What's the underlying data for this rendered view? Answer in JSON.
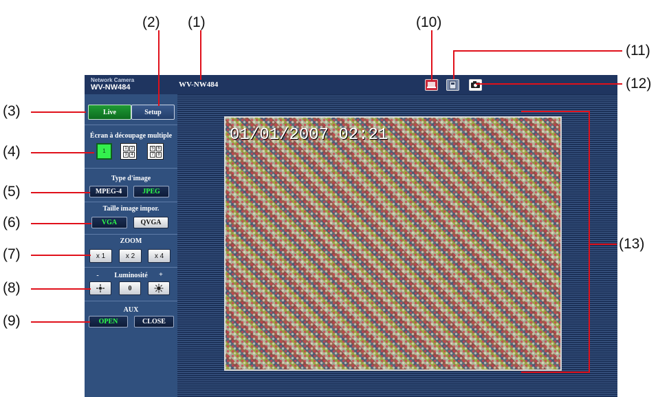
{
  "callouts": {
    "c1": "(1)",
    "c2": "(2)",
    "c3": "(3)",
    "c4": "(4)",
    "c5": "(5)",
    "c6": "(6)",
    "c7": "(7)",
    "c8": "(8)",
    "c9": "(9)",
    "c10": "(10)",
    "c11": "(11)",
    "c12": "(12)",
    "c13": "(13)"
  },
  "header": {
    "brand_small": "Network Camera",
    "brand_model": "WV-NW484",
    "title": "WV-NW484"
  },
  "icons": {
    "alarm": "alarm-bell-icon",
    "sd": "sd-card-icon",
    "snapshot": "camera-icon"
  },
  "sidebar": {
    "live": "Live",
    "setup": "Setup",
    "multiscreen_title": "Écran à découpage multiple",
    "single": "1",
    "quad": [
      "1",
      "2",
      "3",
      "4"
    ],
    "quad2": [
      "5",
      "6",
      "7",
      "8"
    ],
    "image_type_title": "Type d'image",
    "mpeg4": "MPEG-4",
    "jpeg": "JPEG",
    "capture_size_title": "Taille image impor.",
    "vga": "VGA",
    "qvga": "QVGA",
    "zoom_title": "ZOOM",
    "x1": "x 1",
    "x2": "x 2",
    "x4": "x 4",
    "bright_minus": "-",
    "brightness_title": "Luminosité",
    "bright_plus": "+",
    "bright_reset": "0",
    "aux_title": "AUX",
    "open": "OPEN",
    "close": "CLOSE"
  },
  "video": {
    "timestamp": "01/01/2007 02:21"
  },
  "colors": {
    "accent_green": "#2dff4a",
    "live_green": "#118a28",
    "callout_red": "#e0101a"
  }
}
